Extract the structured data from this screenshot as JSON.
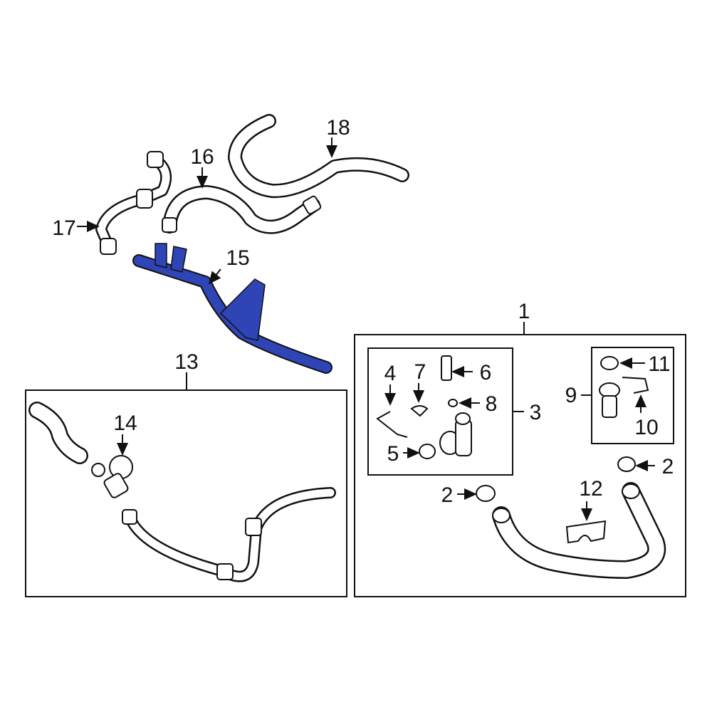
{
  "diagram": {
    "highlight_color": "#2f44b5",
    "highlighted_part": "15",
    "callouts": {
      "p1": "1",
      "p2a": "2",
      "p2b": "2",
      "p3": "3",
      "p4": "4",
      "p5": "5",
      "p6": "6",
      "p7": "7",
      "p8": "8",
      "p9": "9",
      "p10": "10",
      "p11": "11",
      "p12": "12",
      "p13": "13",
      "p14": "14",
      "p15": "15",
      "p16": "16",
      "p17": "17",
      "p18": "18"
    }
  }
}
